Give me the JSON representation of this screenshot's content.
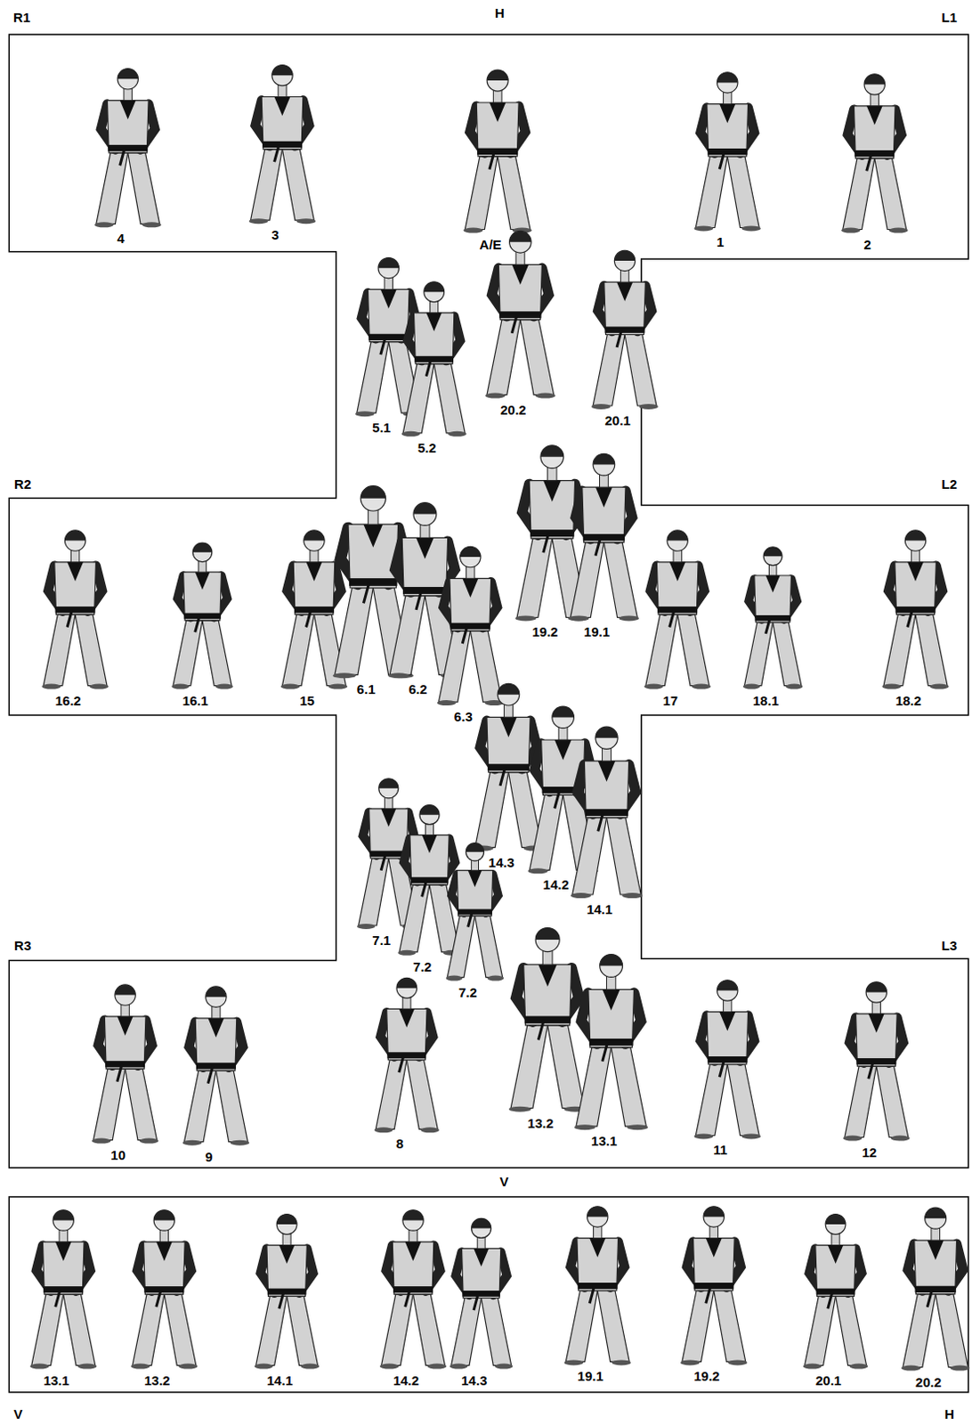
{
  "diagram": {
    "labels": [
      "R1",
      "H",
      "L1",
      "4",
      "3",
      "A/E",
      "1",
      "2",
      "5.1",
      "5.2",
      "20.2",
      "20.1",
      "R2",
      "L2",
      "16.2",
      "16.1",
      "15",
      "6.1",
      "6.2",
      "19.2",
      "19.1",
      "17",
      "18.1",
      "18.2",
      "6.3",
      "14.3",
      "14.2",
      "14.1",
      "7.1",
      "R3",
      "L3",
      "7.2",
      "7.2",
      "13.2",
      "13.1",
      "10",
      "9",
      "8",
      "11",
      "12",
      "V",
      "13.1",
      "13.2",
      "14.1",
      "14.2",
      "14.3",
      "19.1",
      "19.2",
      "20.1",
      "20.2",
      "V",
      "H"
    ]
  }
}
